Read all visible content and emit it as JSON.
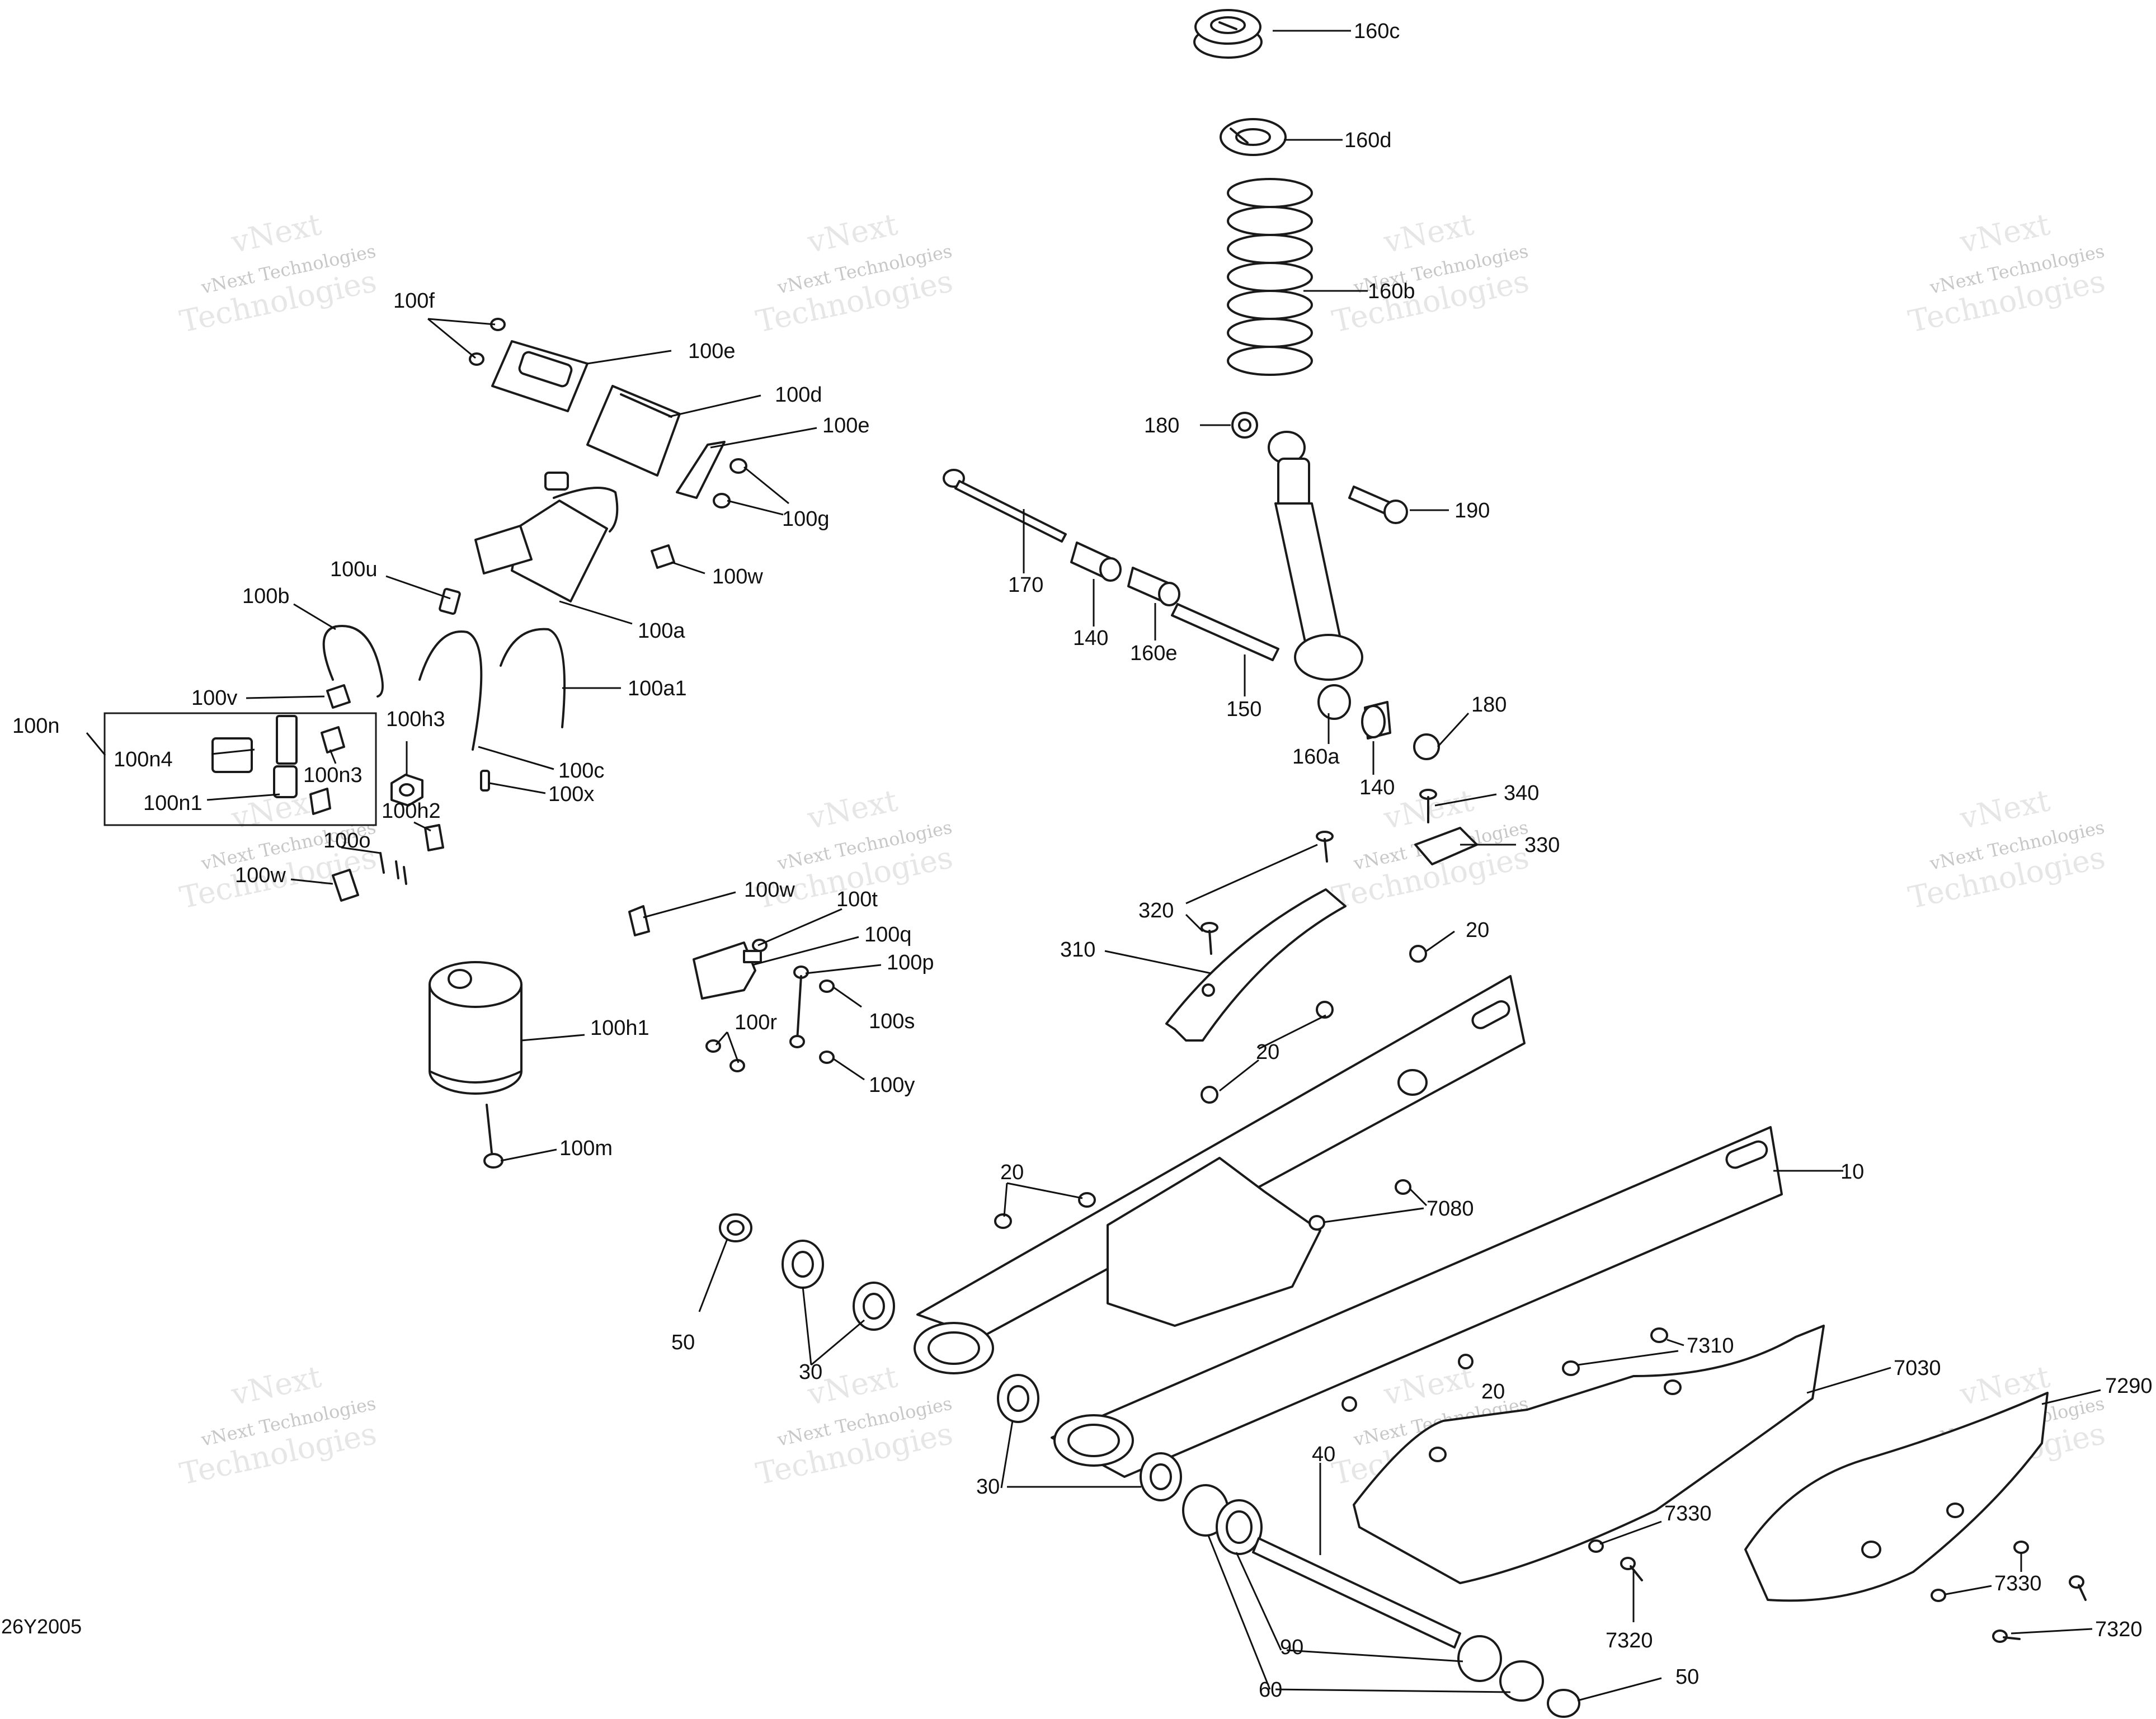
{
  "diagram_ref": "26Y2005",
  "watermark": {
    "line1": "vNext",
    "line2": "vNext Technologies",
    "line3": "Technologies"
  },
  "callouts": {
    "c160c": "160c",
    "c160d": "160d",
    "c160b": "160b",
    "c180a": "180",
    "c190": "190",
    "c170": "170",
    "c140a": "140",
    "c160e": "160e",
    "c150": "150",
    "c160a": "160a",
    "c140b": "140",
    "c180b": "180",
    "c340": "340",
    "c330": "330",
    "c320": "320",
    "c310": "310",
    "c20a": "20",
    "c20b": "20",
    "c20c": "20",
    "c20d": "20",
    "c10": "10",
    "c7080": "7080",
    "c7310": "7310",
    "c7030": "7030",
    "c7290": "7290",
    "c40": "40",
    "c7330a": "7330",
    "c7330b": "7330",
    "c7320a": "7320",
    "c7320b": "7320",
    "c50a": "50",
    "c50b": "50",
    "c30a": "30",
    "c30b": "30",
    "c90": "90",
    "c60": "60",
    "c100f": "100f",
    "c100e1": "100e",
    "c100d": "100d",
    "c100e2": "100e",
    "c100g": "100g",
    "c100w1": "100w",
    "c100u": "100u",
    "c100a": "100a",
    "c100b": "100b",
    "c100a1": "100a1",
    "c100v": "100v",
    "c100n": "100n",
    "c100n4": "100n4",
    "c100n3": "100n3",
    "c100n1": "100n1",
    "c100h3": "100h3",
    "c100c": "100c",
    "c100x": "100x",
    "c100h2": "100h2",
    "c100o": "100o",
    "c100w2": "100w",
    "c100w3": "100w",
    "c100t": "100t",
    "c100q": "100q",
    "c100p": "100p",
    "c100s": "100s",
    "c100r": "100r",
    "c100y": "100y",
    "c100h1": "100h1",
    "c100m": "100m"
  }
}
